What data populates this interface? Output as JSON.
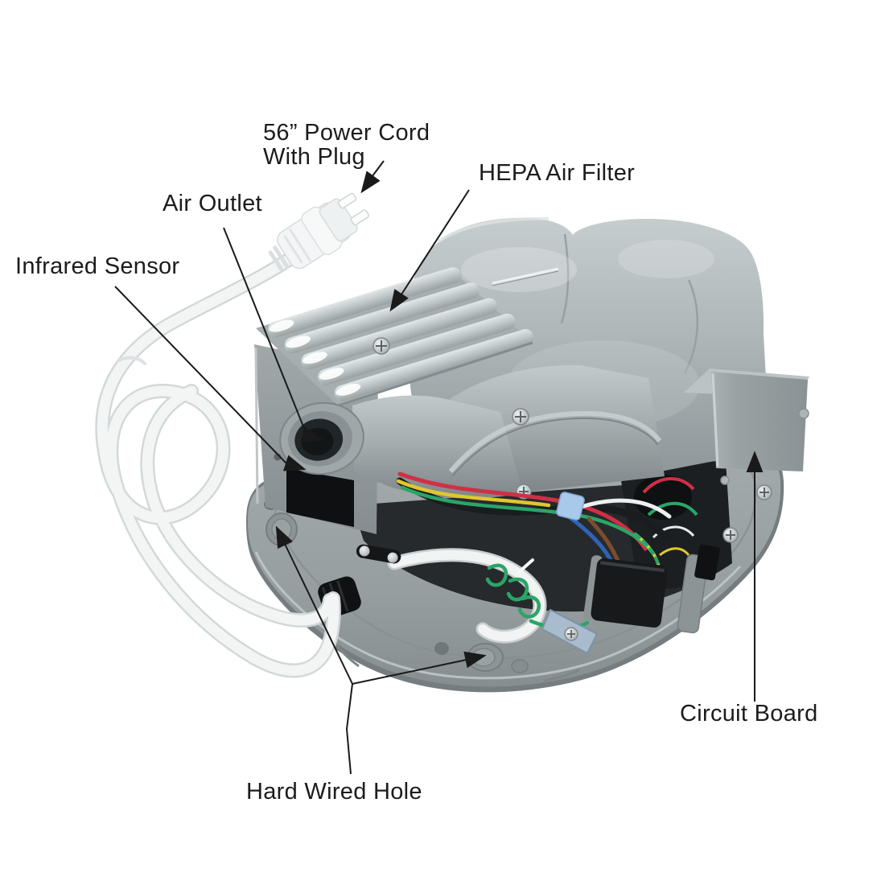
{
  "figure": {
    "description": "Annotated parts diagram of an automatic hand dryer shown upside-down with cover removed"
  },
  "labels": {
    "power_cord": {
      "line1": "56” Power Cord",
      "line2": "With Plug"
    },
    "air_outlet": {
      "text": "Air Outlet"
    },
    "hepa_filter": {
      "text": "HEPA Air Filter"
    },
    "infrared_sensor": {
      "text": "Infrared Sensor"
    },
    "hard_wired_hole": {
      "text": "Hard Wired Hole"
    },
    "circuit_board": {
      "text": "Circuit Board"
    }
  },
  "colors": {
    "background": "#ffffff",
    "label_text": "#1c1c1c",
    "leader_line": "#1a1a1a",
    "body_gray": "#aab1b3",
    "body_highlight": "#d6dcdd",
    "body_shadow": "#858d90",
    "base_plate_gray": "#9aa1a3",
    "cavity_dark": "#25292b",
    "component_black": "#141618",
    "cord_white": "#f3f5f5",
    "wire_red": "#cf3045",
    "wire_blue": "#2f63b5",
    "wire_green": "#2ba567",
    "wire_yellow": "#dfc72e",
    "wire_brown": "#7c4c2f",
    "cable_tie_blue": "#a9c9ea",
    "screw_silver": "#c9cdd0"
  }
}
